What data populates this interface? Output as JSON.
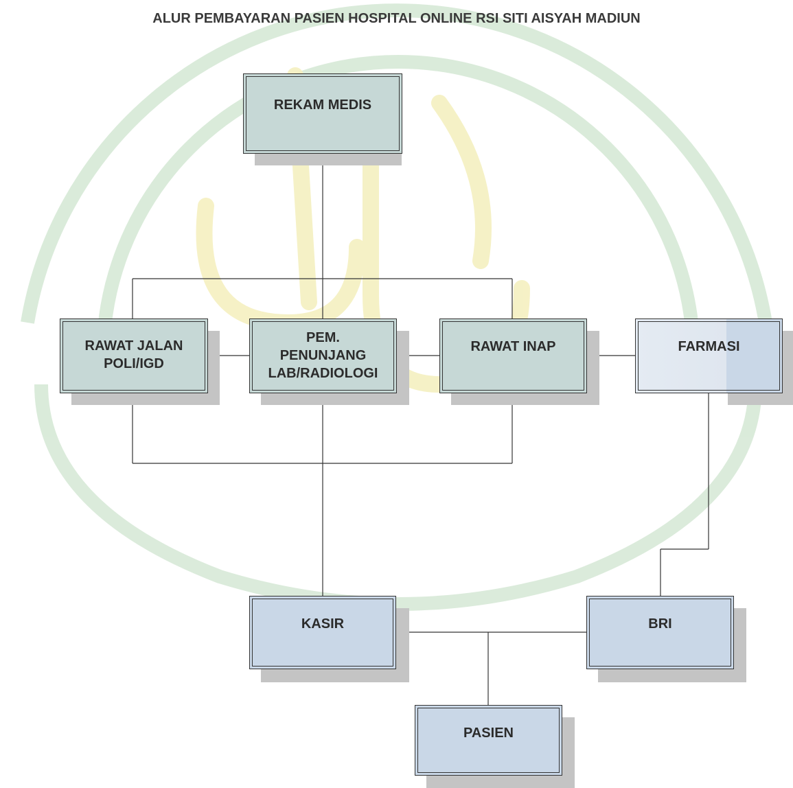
{
  "title": "ALUR PEMBAYARAN PASIEN HOSPITAL ONLINE RSI SITI AISYAH MADIUN",
  "nodes": {
    "rekam_medis": "REKAM MEDIS",
    "rawat_jalan": "RAWAT JALAN\nPOLI/IGD",
    "penunjang": "PEM.\nPENUNJANG\nLAB/RADIOLOGI",
    "rawat_inap": "RAWAT INAP",
    "farmasi": "FARMASI",
    "kasir": "KASIR",
    "bri": "BRI",
    "pasien": "PASIEN"
  },
  "colors": {
    "box_fill": "#c9d7e7",
    "box_fill_faded": "#c6d8d6",
    "shadow": "#c4c4c4",
    "line": "#333333",
    "watermark": "#8fbf8f"
  }
}
